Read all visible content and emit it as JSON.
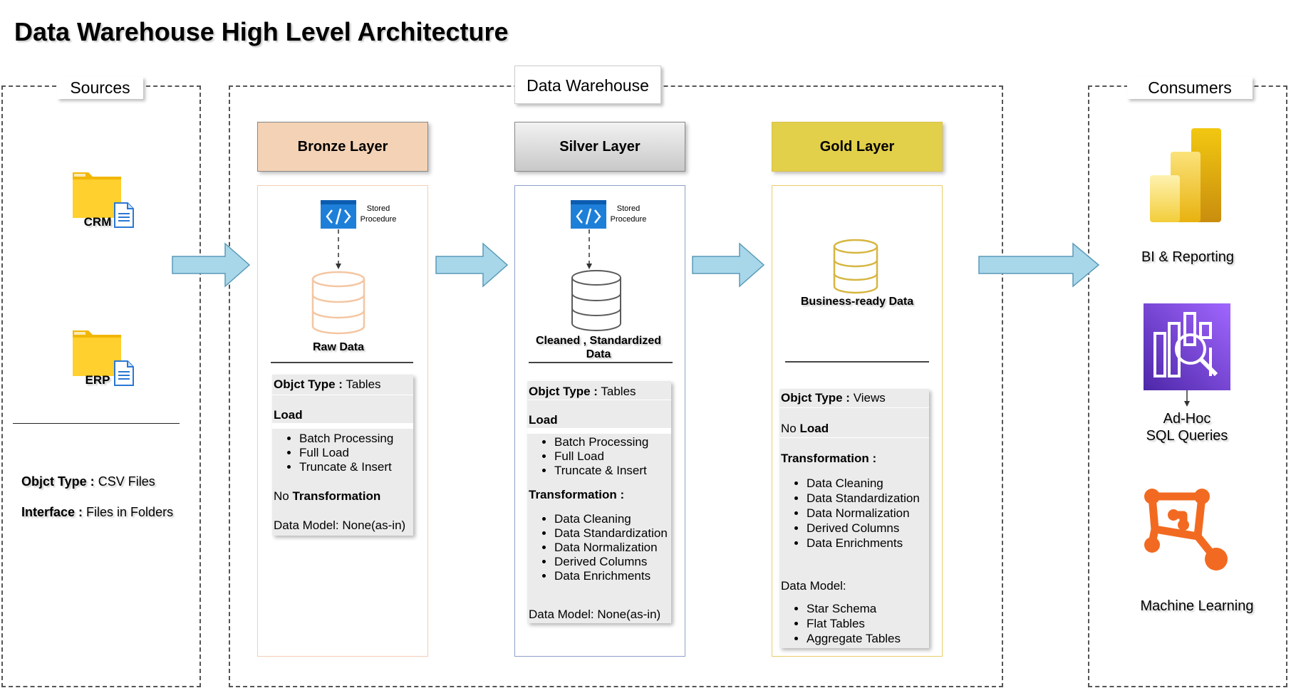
{
  "title": "Data Warehouse High Level Architecture",
  "sections": {
    "sources": "Sources",
    "warehouse": "Data Warehouse",
    "consumers": "Consumers"
  },
  "sources": {
    "crm": "CRM",
    "erp": "ERP",
    "object_type_key": "Objct Type :",
    "object_type_val": " CSV Files",
    "interface_key": "Interface :",
    "interface_val": " Files in Folders"
  },
  "stored_procedure": [
    "Stored",
    "Procedure"
  ],
  "bronze": {
    "title": "Bronze Layer",
    "data_label": "Raw Data",
    "object_type_key": "Objct Type :",
    "object_type_val": " Tables",
    "load": "Load",
    "load_items": [
      "Batch Processing",
      "Full Load",
      "Truncate & Insert"
    ],
    "transform_no": "No ",
    "transform_label": "Transformation",
    "data_model": "Data Model: None(as-in)"
  },
  "silver": {
    "title": "Silver Layer",
    "data_label_1": "Cleaned , Standardized",
    "data_label_2": "Data",
    "object_type_key": "Objct Type :",
    "object_type_val": " Tables",
    "load": "Load",
    "load_items": [
      "Batch Processing",
      "Full Load",
      "Truncate & Insert"
    ],
    "transform_label": "Transformation :",
    "transform_items": [
      "Data Cleaning",
      "Data Standardization",
      "Data Normalization",
      "Derived Columns",
      "Data Enrichments"
    ],
    "data_model": "Data Model: None(as-in)"
  },
  "gold": {
    "title": "Gold Layer",
    "data_label": "Business-ready Data",
    "object_type_key": "Objct Type :",
    "object_type_val": " Views",
    "no_load_prefix": "No ",
    "no_load": "Load",
    "transform_label": "Transformation :",
    "transform_items": [
      "Data Cleaning",
      "Data Standardization",
      "Data Normalization",
      "Derived Columns",
      "Data Enrichments"
    ],
    "data_model_label": "Data Model:",
    "model_items": [
      "Star Schema",
      "Flat Tables",
      "Aggregate Tables"
    ]
  },
  "consumers": {
    "bi": "BI & Reporting",
    "adhoc_1": "Ad-Hoc",
    "adhoc_2": "SQL Queries",
    "ml": "Machine Learning"
  },
  "colors": {
    "bronze": "#f3d2b5",
    "silver": "#d9d9d9",
    "gold": "#e2cf4a",
    "arrow": "#a9d7ea",
    "arrow_stroke": "#5a9ab8",
    "procedure_blue": "#1e7fd9",
    "aws_purple": "#8c4fff",
    "ml_orange": "#f26a21"
  },
  "icons": [
    "folder-icon",
    "document-icon",
    "code-icon",
    "database-icon",
    "power-bi-icon",
    "athena-icon",
    "sagemaker-icon",
    "arrow-right-icon"
  ]
}
